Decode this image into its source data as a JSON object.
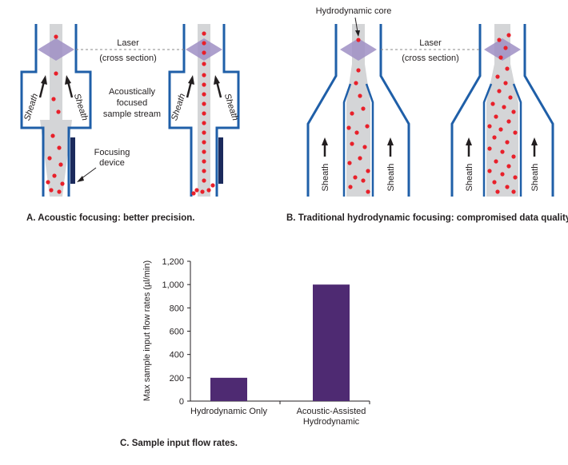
{
  "diagram": {
    "panel_a": {
      "laser_label_line1": "Laser",
      "laser_label_line2": "(cross section)",
      "sheath_label": "Sheath",
      "stream_label_line1": "Acoustically",
      "stream_label_line2": "focused",
      "stream_label_line3": "sample stream",
      "device_label_line1": "Focusing",
      "device_label_line2": "device",
      "caption": "A. Acoustic focusing: better precision."
    },
    "panel_b": {
      "core_label": "Hydrodynamic core",
      "laser_label_line1": "Laser",
      "laser_label_line2": "(cross section)",
      "sheath_label": "Sheath",
      "caption": "B. Traditional hydrodynamic focusing: compromised data quality."
    },
    "colors": {
      "channel": "#1f5fa8",
      "stream": "#d4d5d7",
      "particle": "#e8202a",
      "laser": "#9f8fc4",
      "device": "#1b2a5c",
      "bar": "#4e2a72"
    }
  },
  "chart_data": {
    "type": "bar",
    "categories": [
      [
        "Hydrodynamic Only"
      ],
      [
        "Acoustic-Assisted",
        "Hydrodynamic"
      ]
    ],
    "values": [
      200,
      1000
    ],
    "ylabel": "Max sample input flow rates (µl/min)",
    "ylim": [
      0,
      1200
    ],
    "yticks": [
      0,
      200,
      400,
      600,
      800,
      1000,
      1200
    ],
    "ytick_labels": [
      "0",
      "200",
      "400",
      "600",
      "800",
      "1,000",
      "1,200"
    ],
    "grid": false,
    "caption": "C. Sample input flow rates."
  }
}
